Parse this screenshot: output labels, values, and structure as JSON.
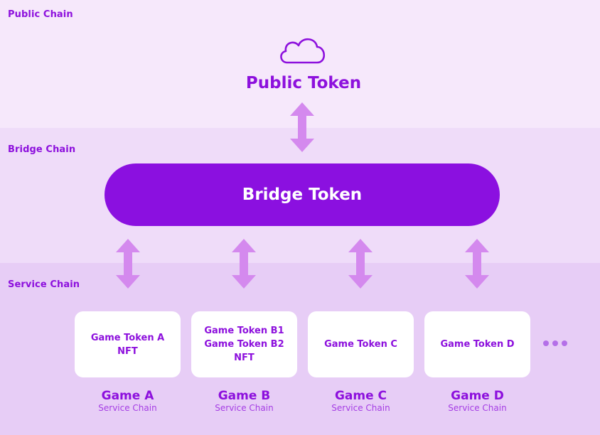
{
  "layers": {
    "public": "Public Chain",
    "bridge": "Bridge Chain",
    "service": "Service Chain"
  },
  "public_token": "Public Token",
  "bridge_token": "Bridge Token",
  "games": [
    {
      "tokens": [
        "Game Token A",
        "NFT"
      ],
      "name": "Game A",
      "sub": "Service Chain"
    },
    {
      "tokens": [
        "Game Token B1",
        "Game Token B2",
        "NFT"
      ],
      "name": "Game B",
      "sub": "Service Chain"
    },
    {
      "tokens": [
        "Game Token C"
      ],
      "name": "Game C",
      "sub": "Service Chain"
    },
    {
      "tokens": [
        "Game Token D"
      ],
      "name": "Game D",
      "sub": "Service Chain"
    }
  ],
  "icons": {
    "cloud": "cloud-icon",
    "arrow": "double-arrow-icon",
    "more": "more-dots-icon"
  },
  "colors": {
    "accent": "#8d10dd",
    "bridge_fill": "#8b10e0",
    "arrow": "#d489ee",
    "band_public": "#f6e8fb",
    "band_bridge": "#efdcf9",
    "band_service": "#e7cdf6"
  }
}
